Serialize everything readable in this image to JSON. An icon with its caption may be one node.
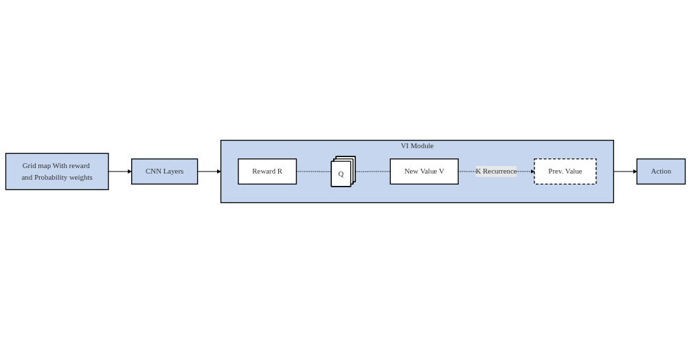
{
  "diagram": {
    "nodes": [
      {
        "text": [
          "Grid map With reward and Probability weights"
        ]
      },
      {
        "text": [
          "CNN Layers"
        ]
      },
      {
        "text": [
          "VI Module"
        ]
      },
      {
        "text": [
          "Prev. Value"
        ],
        "in": 2
      },
      {
        "text": [
          "Reward R"
        ],
        "in": 2
      },
      {
        "text": [
          "Q"
        ],
        "in": 2
      },
      {
        "text": [
          "New Value V"
        ],
        "in": 2
      },
      {
        "text": [
          "Action"
        ]
      }
    ],
    "edges": [
      {
        "from": 0,
        "to": 1,
        "arrow": "to"
      },
      {
        "from": 1,
        "to": 2,
        "arrow": "to"
      },
      {
        "from": 2,
        "to": 7,
        "arrow": "to"
      },
      {
        "from": 4,
        "to": 5,
        "arrow": "none",
        "style": "dashed"
      },
      {
        "from": 5,
        "to": 6,
        "arrow": "none",
        "style": "dashed"
      },
      {
        "from": 6,
        "to": 3,
        "arrow": "to",
        "style": "dashed",
        "label": "K Recurrence"
      }
    ]
  }
}
